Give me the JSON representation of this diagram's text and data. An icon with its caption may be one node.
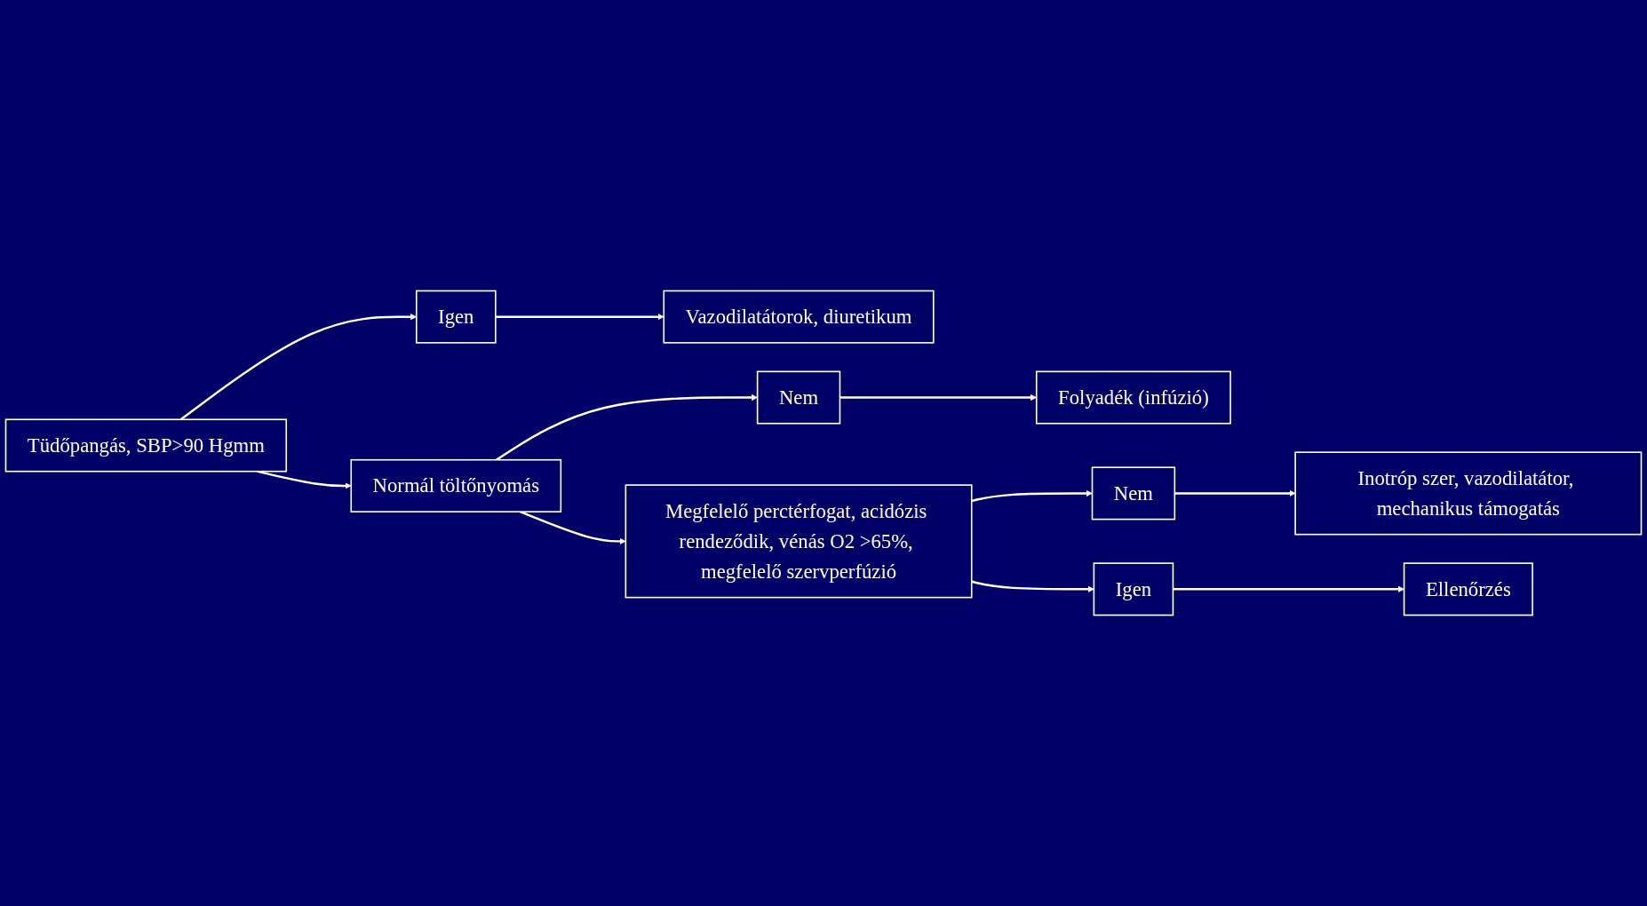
{
  "diagram": {
    "nodes": [
      {
        "text": [
          "Tüdőpangás, SBP>90 Hgmm"
        ]
      },
      {
        "text": [
          "Igen"
        ]
      },
      {
        "text": [
          "Vazodilatátorok, diuretikum"
        ]
      },
      {
        "text": [
          "Normál töltőnyomás"
        ]
      },
      {
        "text": [
          "Nem"
        ]
      },
      {
        "text": [
          "Folyadék (infúzió)"
        ]
      },
      {
        "text": [
          "Megfelelő perctérfogat, acidózis rendeződik, vénás O2 >65%, megfelelő szervperfúzió"
        ]
      },
      {
        "text": [
          "Nem"
        ]
      },
      {
        "text": [
          "Inotróp szer, vazodilatátor, mechanikus támogatás"
        ]
      },
      {
        "text": [
          "Igen"
        ]
      },
      {
        "text": [
          "Ellenőrzés"
        ]
      }
    ],
    "edges": [
      {
        "from": 0,
        "to": 1,
        "arrow": "to"
      },
      {
        "from": 1,
        "to": 2,
        "arrow": "to"
      },
      {
        "from": 0,
        "to": 3,
        "arrow": "to"
      },
      {
        "from": 3,
        "to": 4,
        "arrow": "to"
      },
      {
        "from": 4,
        "to": 5,
        "arrow": "to"
      },
      {
        "from": 3,
        "to": 6,
        "arrow": "to"
      },
      {
        "from": 6,
        "to": 7,
        "arrow": "to"
      },
      {
        "from": 7,
        "to": 8,
        "arrow": "to"
      },
      {
        "from": 6,
        "to": 9,
        "arrow": "to"
      },
      {
        "from": 9,
        "to": 10,
        "arrow": "to"
      }
    ]
  }
}
